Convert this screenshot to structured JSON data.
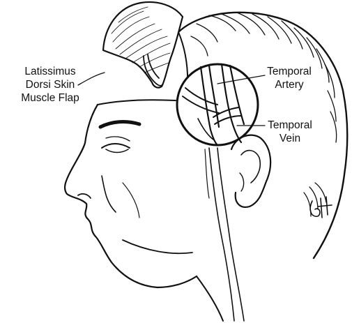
{
  "labels": {
    "flap": [
      "Latissimus",
      "Dorsi Skin",
      "Muscle Flap"
    ],
    "artery": [
      "Temporal",
      "Artery"
    ],
    "vein": [
      "Temporal",
      "Vein"
    ]
  },
  "colors": {
    "ink": "#111111",
    "background": "#ffffff"
  }
}
